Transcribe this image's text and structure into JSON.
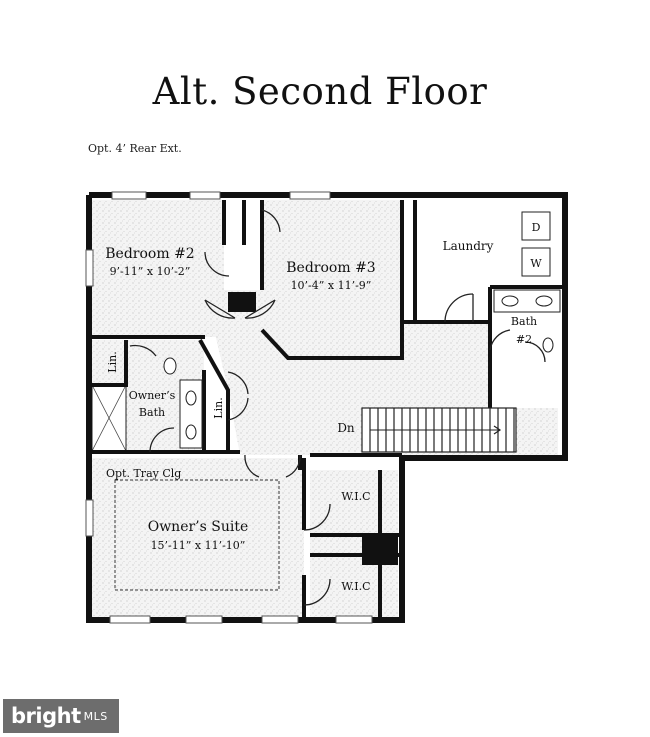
{
  "title": "Alt. Second Floor",
  "option_note": "Opt. 4’ Rear Ext.",
  "rooms": {
    "bedroom2": {
      "name": "Bedroom #2",
      "size": "9’-11” x 10’-2”"
    },
    "bedroom3": {
      "name": "Bedroom #3",
      "size": "10’-4” x 11’-9”"
    },
    "laundry": {
      "name": "Laundry"
    },
    "dryer": "D",
    "washer": "W",
    "bath2": {
      "name": "Bath",
      "number": "#2"
    },
    "linen_top": "Lin.",
    "owners_bath": {
      "line1": "Owner’s",
      "line2": "Bath"
    },
    "linen_mid": "Lin.",
    "stairs": "Dn",
    "tray": "Opt. Tray Clg",
    "owners_suite": {
      "name": "Owner’s Suite",
      "size": "15’-11” x 11’-10”"
    },
    "wic_top": "W.I.C",
    "wic_bottom": "W.I.C"
  },
  "watermark": {
    "brand": "bright",
    "suffix": "MLS"
  }
}
